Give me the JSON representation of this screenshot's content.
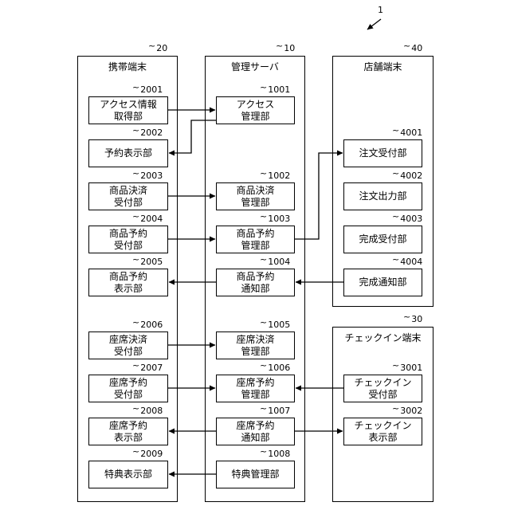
{
  "figure_ref": "1",
  "containers": [
    {
      "id": "mobile",
      "title": "携帯端末",
      "ref": "20"
    },
    {
      "id": "server",
      "title": "管理サーバ",
      "ref": "10"
    },
    {
      "id": "store",
      "title": "店舗端末",
      "ref": "40"
    },
    {
      "id": "checkin",
      "title": "チェックイン端末",
      "ref": "30"
    }
  ],
  "mobile_boxes": [
    {
      "ref": "2001",
      "line1": "アクセス情報",
      "line2": "取得部"
    },
    {
      "ref": "2002",
      "line1": "予約表示部",
      "line2": ""
    },
    {
      "ref": "2003",
      "line1": "商品決済",
      "line2": "受付部"
    },
    {
      "ref": "2004",
      "line1": "商品予約",
      "line2": "受付部"
    },
    {
      "ref": "2005",
      "line1": "商品予約",
      "line2": "表示部"
    },
    {
      "ref": "2006",
      "line1": "座席決済",
      "line2": "受付部"
    },
    {
      "ref": "2007",
      "line1": "座席予約",
      "line2": "受付部"
    },
    {
      "ref": "2008",
      "line1": "座席予約",
      "line2": "表示部"
    },
    {
      "ref": "2009",
      "line1": "特典表示部",
      "line2": ""
    }
  ],
  "server_boxes": [
    {
      "ref": "1001",
      "line1": "アクセス",
      "line2": "管理部"
    },
    {
      "ref": "1002",
      "line1": "商品決済",
      "line2": "管理部"
    },
    {
      "ref": "1003",
      "line1": "商品予約",
      "line2": "管理部"
    },
    {
      "ref": "1004",
      "line1": "商品予約",
      "line2": "通知部"
    },
    {
      "ref": "1005",
      "line1": "座席決済",
      "line2": "管理部"
    },
    {
      "ref": "1006",
      "line1": "座席予約",
      "line2": "管理部"
    },
    {
      "ref": "1007",
      "line1": "座席予約",
      "line2": "通知部"
    },
    {
      "ref": "1008",
      "line1": "特典管理部",
      "line2": ""
    }
  ],
  "store_boxes": [
    {
      "ref": "4001",
      "line1": "注文受付部",
      "line2": ""
    },
    {
      "ref": "4002",
      "line1": "注文出力部",
      "line2": ""
    },
    {
      "ref": "4003",
      "line1": "完成受付部",
      "line2": ""
    },
    {
      "ref": "4004",
      "line1": "完成通知部",
      "line2": ""
    }
  ],
  "checkin_boxes": [
    {
      "ref": "3001",
      "line1": "チェックイン",
      "line2": "受付部"
    },
    {
      "ref": "3002",
      "line1": "チェックイン",
      "line2": "表示部"
    }
  ]
}
